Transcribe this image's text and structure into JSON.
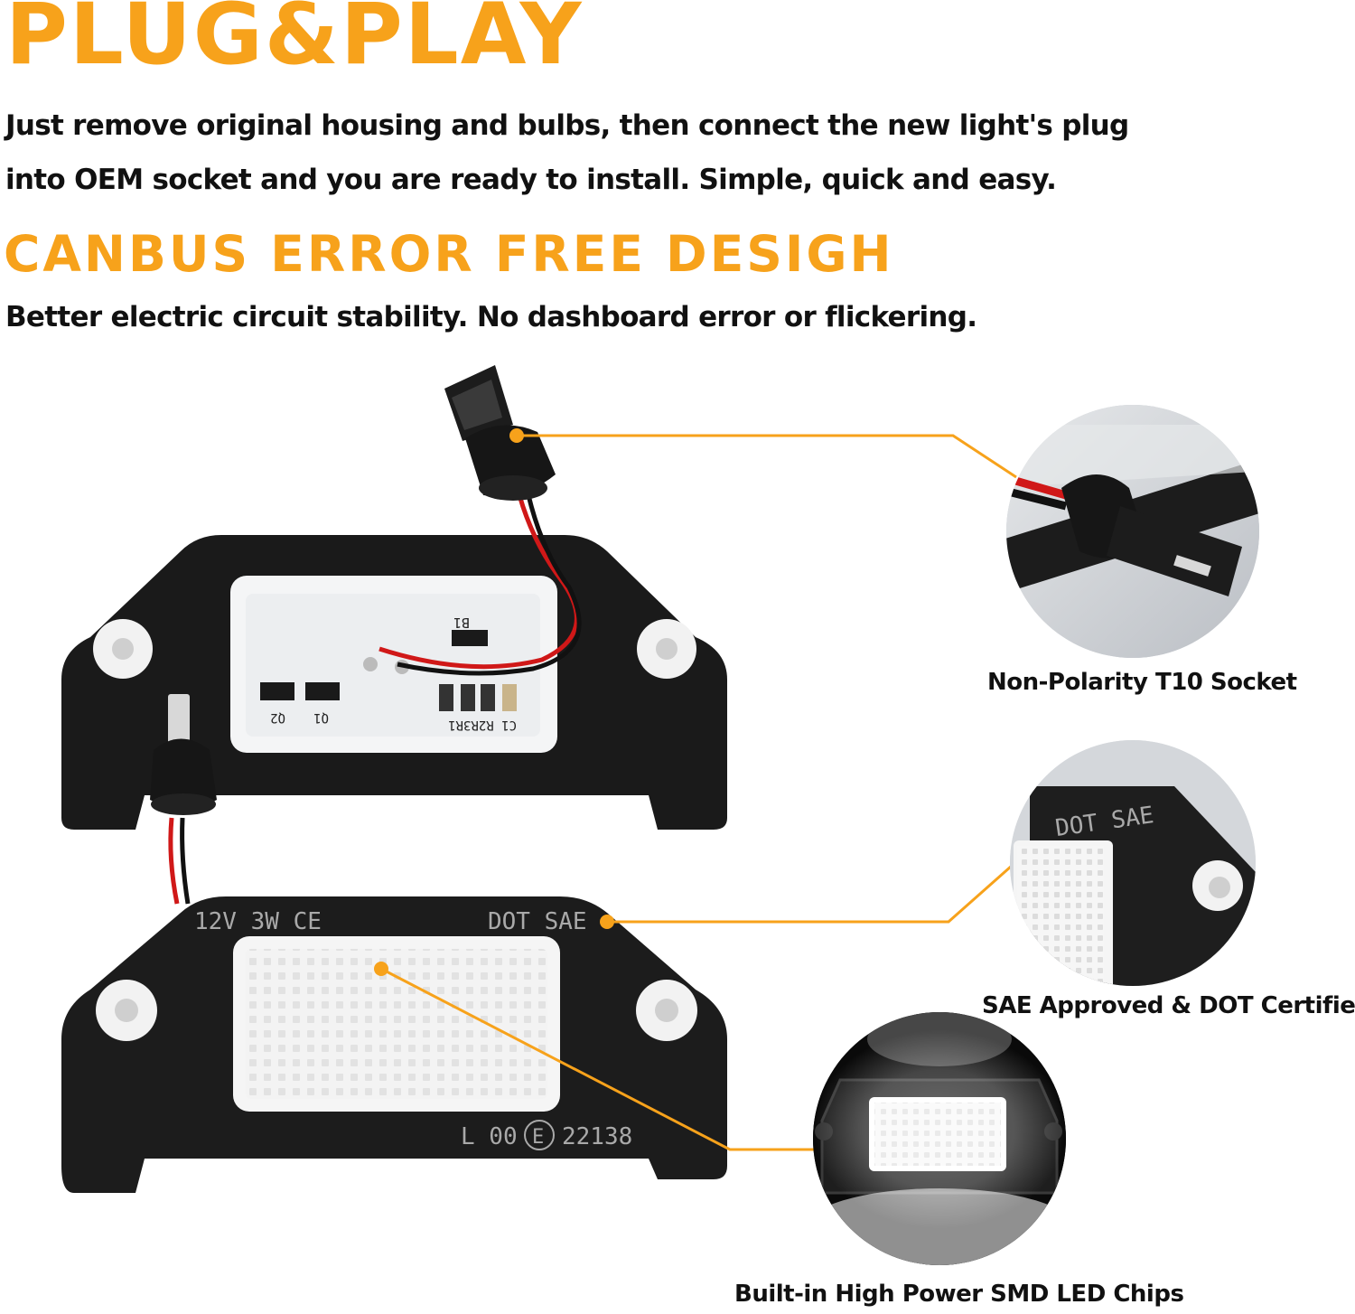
{
  "header": {
    "title": "PLUG&PLAY",
    "line1": "Just remove original housing and bulbs, then connect the new light's plug",
    "line2": "into OEM socket and you are ready to install. Simple, quick and easy.",
    "subtitle": "CANBUS ERROR FREE DESIGH",
    "subtitle_text": "Better electric circuit stability. No dashboard error or flickering."
  },
  "callouts": {
    "socket": "Non-Polarity T10 Socket",
    "certified": "SAE Approved & DOT Certified",
    "chips": "Built-in High Power SMD LED Chips"
  },
  "pcb_labels": {
    "b1": "B1",
    "q1": "Q1",
    "q2": "Q2",
    "components": "C1 R2R3R1"
  },
  "plate_markings": {
    "rating": "12V 3W CE",
    "standard_left": "DOT SAE",
    "code": "L 00",
    "emark": "E",
    "number": "22138",
    "zoom_standard": "DOT SAE"
  },
  "colors": {
    "accent": "#f7a21b",
    "text": "#111111",
    "housing": "#1b1b1b"
  }
}
